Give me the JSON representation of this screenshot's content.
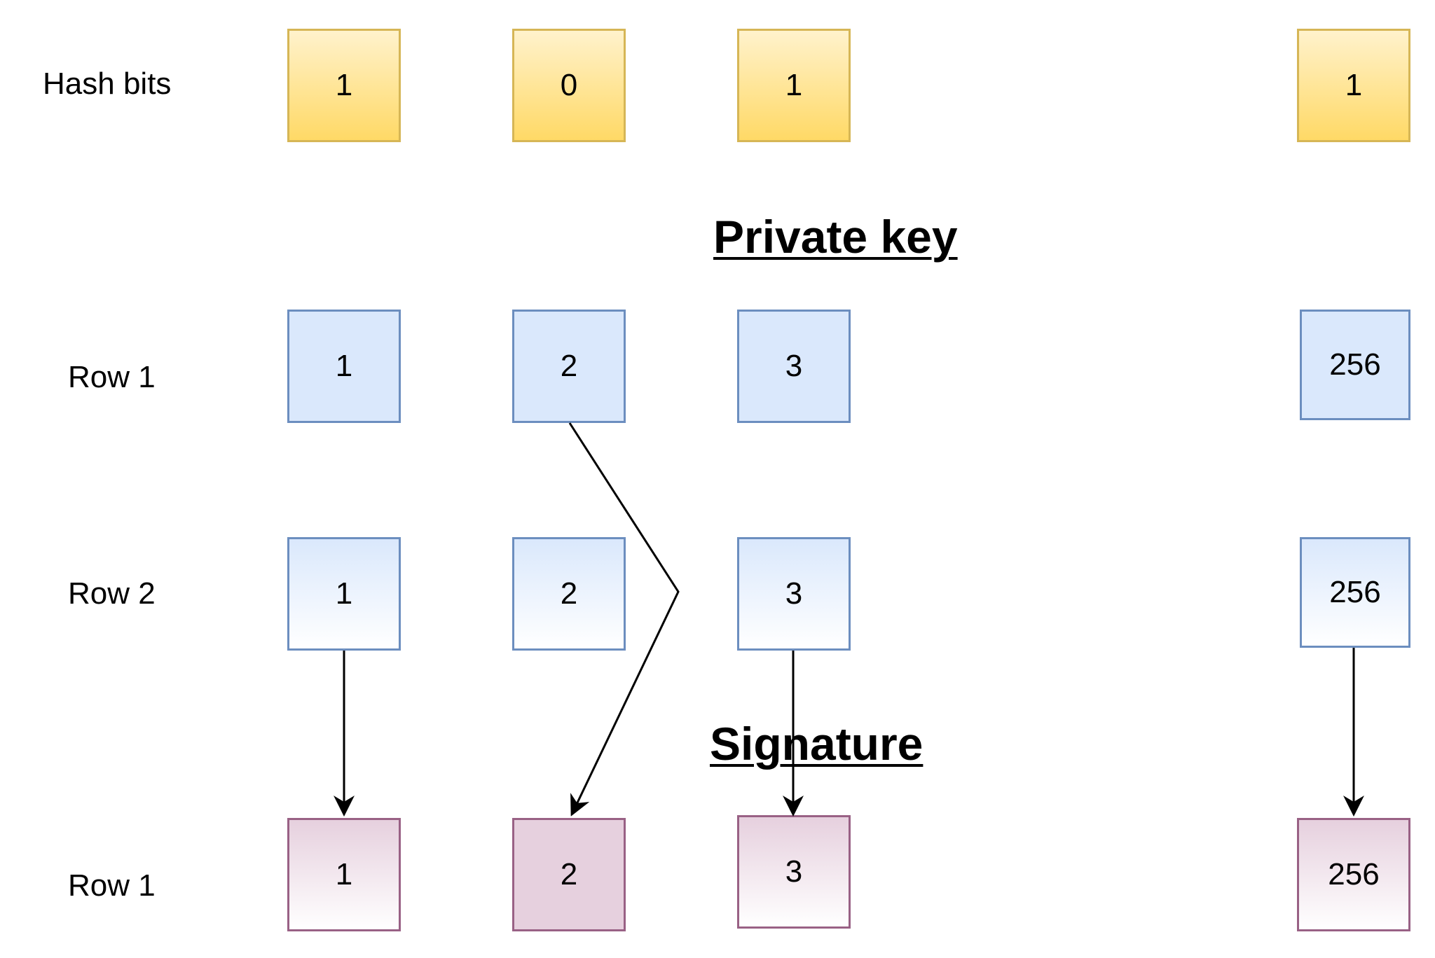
{
  "labels": {
    "hash_bits": "Hash bits",
    "pk_row1": "Row 1",
    "pk_row2": "Row 2",
    "sig_row1": "Row 1"
  },
  "headings": {
    "private_key": "Private key",
    "signature": "Signature"
  },
  "hash_bits": [
    "1",
    "0",
    "1",
    "1"
  ],
  "private_key": {
    "row1": [
      "1",
      "2",
      "3",
      "256"
    ],
    "row2": [
      "1",
      "2",
      "3",
      "256"
    ]
  },
  "signature": {
    "row1": [
      "1",
      "2",
      "3",
      "256"
    ]
  },
  "colors": {
    "hash_fill": "#ffd966",
    "hash_border": "#d6b656",
    "key_fill": "#dae8fc",
    "key_border": "#6c8ebf",
    "sig_fill": "#e6d0de",
    "sig_border": "#996185"
  }
}
